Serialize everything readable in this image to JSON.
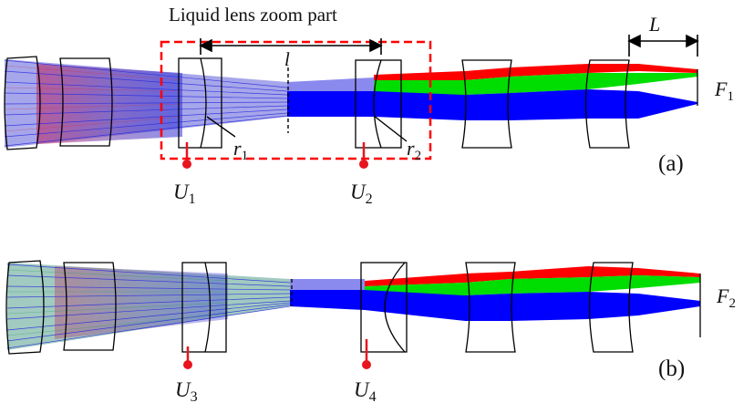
{
  "title": "Liquid lens zoom part",
  "distance_small": "l",
  "distance_large": "L",
  "radius_labels": [
    {
      "base": "r",
      "sub": "1"
    },
    {
      "base": "r",
      "sub": "2"
    }
  ],
  "panels": [
    {
      "panel_label": "(a)",
      "focus": {
        "base": "F",
        "sub": "1"
      },
      "voltages": [
        {
          "base": "U",
          "sub": "1"
        },
        {
          "base": "U",
          "sub": "2"
        }
      ]
    },
    {
      "panel_label": "(b)",
      "focus": {
        "base": "F",
        "sub": "2"
      },
      "voltages": [
        {
          "base": "U",
          "sub": "3"
        },
        {
          "base": "U",
          "sub": "4"
        }
      ]
    }
  ],
  "colors": {
    "red_rays": "#ff0000",
    "green_rays": "#00dd00",
    "blue_rays": "#0000ff",
    "dashed_box": "#ff0000",
    "electrode_marker": "#e8141e",
    "outline": "#000000"
  }
}
